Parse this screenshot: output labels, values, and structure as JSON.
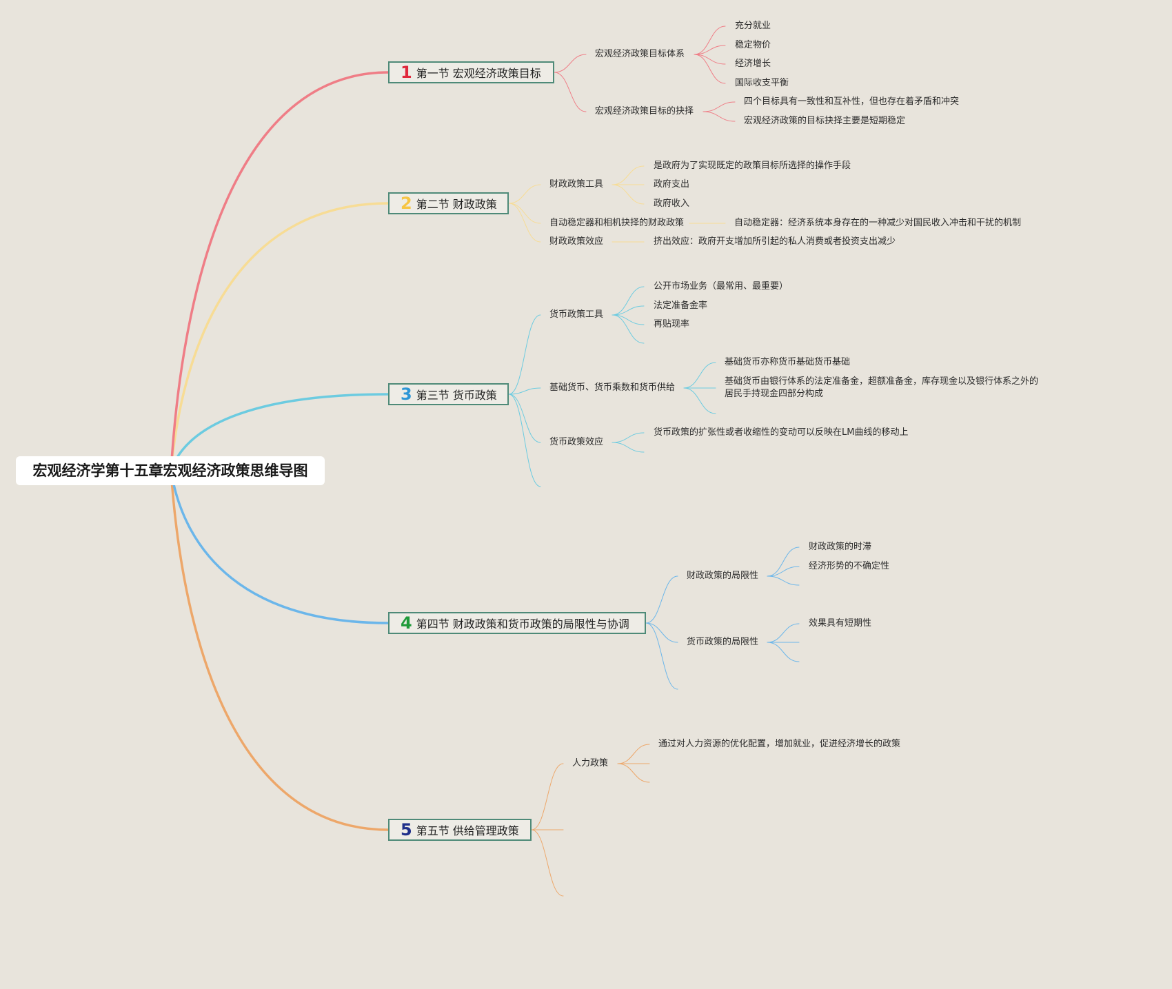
{
  "root": {
    "title": "宏观经济学第十五章宏观经济政策思维导图"
  },
  "sections": [
    {
      "num": "1",
      "num_color": "#e0283c",
      "title": "第一节 宏观经济政策目标",
      "branch_color": "#ef7d86",
      "children": [
        {
          "label": "宏观经济政策目标体系",
          "children": [
            "充分就业",
            "稳定物价",
            "经济增长",
            "国际收支平衡"
          ]
        },
        {
          "label": "宏观经济政策目标的抉择",
          "children": [
            "四个目标具有一致性和互补性，但也存在着矛盾和冲突",
            "宏观经济政策的目标抉择主要是短期稳定"
          ]
        }
      ]
    },
    {
      "num": "2",
      "num_color": "#f6c544",
      "title": "第二节 财政政策",
      "branch_color": "#f7dc95",
      "children": [
        {
          "label": "财政政策工具",
          "children": [
            "是政府为了实现既定的政策目标所选择的操作手段",
            "政府支出",
            "政府收入"
          ]
        },
        {
          "label": "自动稳定器和相机抉择的财政政策",
          "children": [
            "自动稳定器：经济系统本身存在的一种减少对国民收入冲击和干扰的机制"
          ]
        },
        {
          "label": "财政政策效应",
          "children": [
            "挤出效应：政府开支增加所引起的私人消费或者投资支出减少"
          ]
        }
      ]
    },
    {
      "num": "3",
      "num_color": "#2e96d6",
      "title": "第三节 货币政策",
      "branch_color": "#6ccbe0",
      "children": [
        {
          "label": "货币政策工具",
          "children": [
            "公开市场业务（最常用、最重要）",
            "法定准备金率",
            "再贴现率"
          ]
        },
        {
          "label": "基础货币、货币乘数和货币供给",
          "children": [
            "基础货币亦称货币基础货币基础",
            "基础货币由银行体系的法定准备金，超额准备金，库存现金以及银行体系之外的居民手持现金四部分构成"
          ]
        },
        {
          "label": "货币政策效应",
          "children": [
            "货币政策的扩张性或者收缩性的变动可以反映在LM曲线的移动上"
          ]
        }
      ]
    },
    {
      "num": "4",
      "num_color": "#1f9a3a",
      "title": "第四节 财政政策和货币政策的局限性与协调",
      "branch_color": "#6bb6ea",
      "children": [
        {
          "label": "财政政策的局限性",
          "children": [
            "财政政策的时滞",
            "经济形势的不确定性"
          ]
        },
        {
          "label": "货币政策的局限性",
          "children": [
            "效果具有短期性"
          ]
        }
      ]
    },
    {
      "num": "5",
      "num_color": "#1f2f8a",
      "title": "第五节 供给管理政策",
      "branch_color": "#eda76a",
      "children": [
        {
          "label": "人力政策",
          "children": [
            "通过对人力资源的优化配置，增加就业，促进经济增长的政策"
          ]
        }
      ]
    }
  ]
}
